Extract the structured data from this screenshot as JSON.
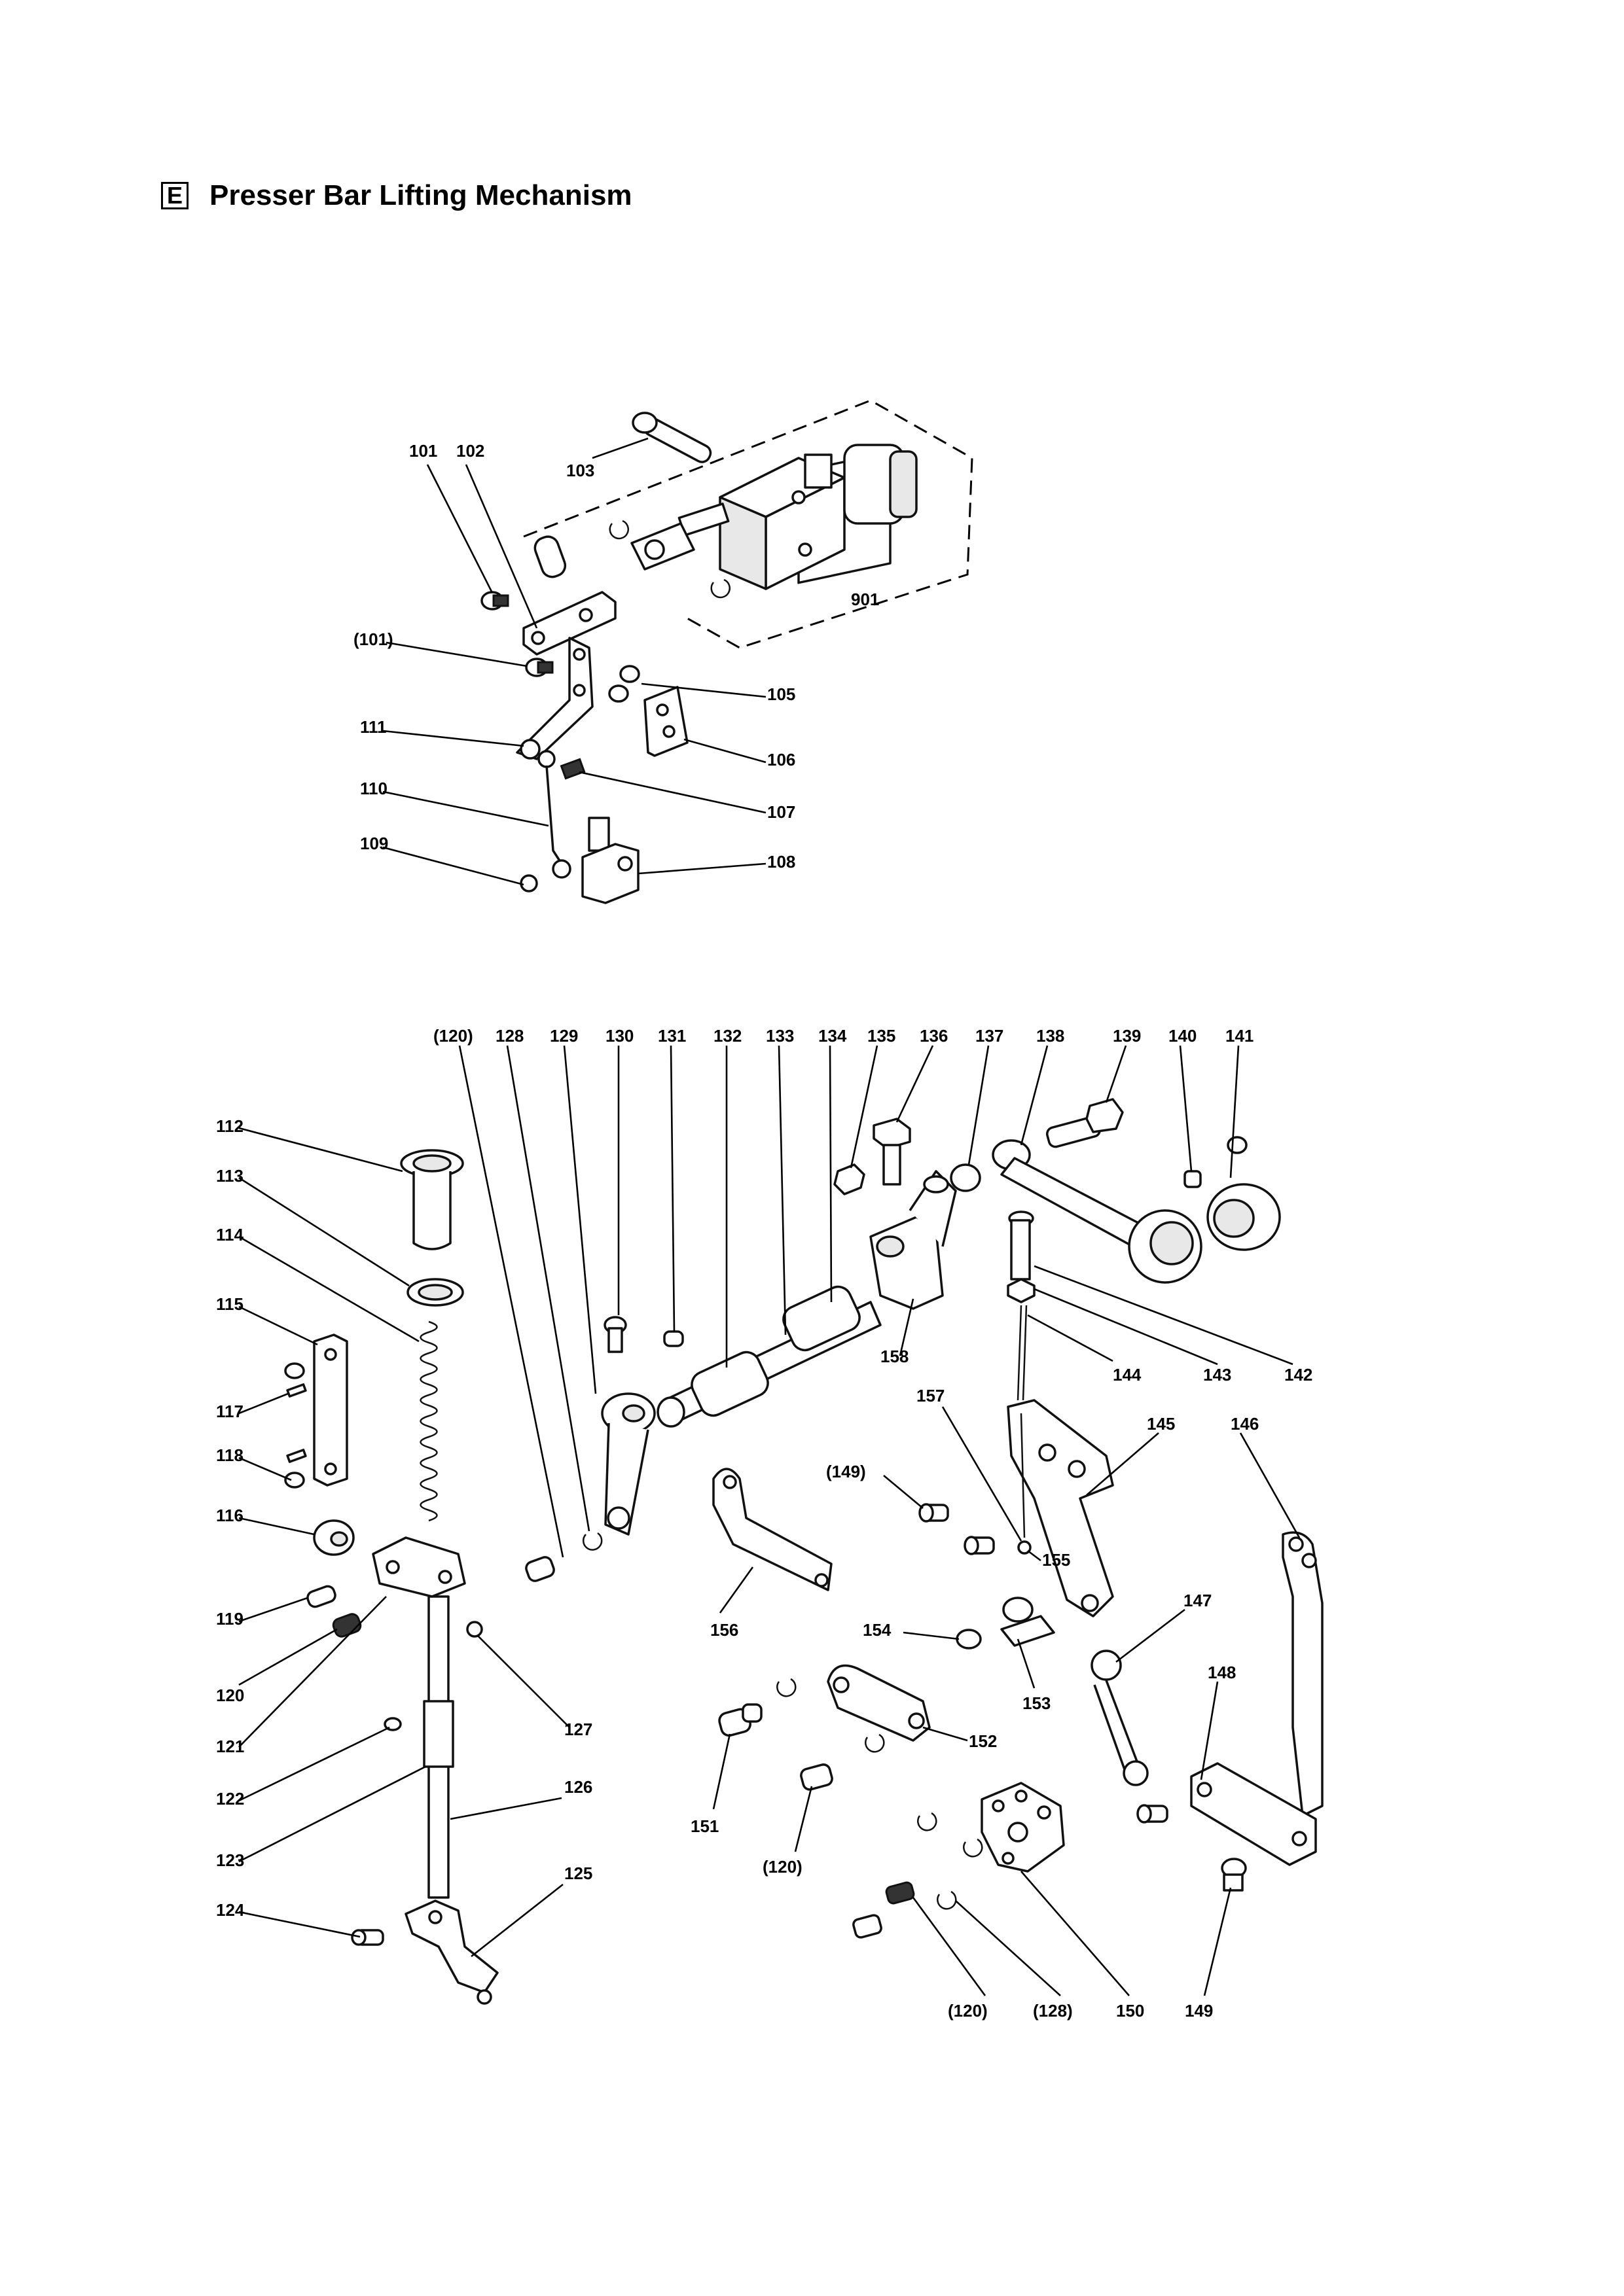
{
  "header": {
    "section_letter": "E",
    "title": "Presser Bar Lifting Mechanism"
  },
  "callouts": {
    "p101": "101",
    "p102": "102",
    "p103": "103",
    "p901": "901",
    "p101b": "(101)",
    "p105": "105",
    "p106": "106",
    "p107": "107",
    "p108": "108",
    "p109": "109",
    "p110": "110",
    "p111": "111",
    "p120a": "(120)",
    "p128": "128",
    "p129": "129",
    "p130": "130",
    "p131": "131",
    "p132": "132",
    "p133": "133",
    "p134": "134",
    "p135": "135",
    "p136": "136",
    "p137": "137",
    "p138": "138",
    "p139": "139",
    "p140": "140",
    "p141": "141",
    "p112": "112",
    "p113": "113",
    "p114": "114",
    "p115": "115",
    "p117": "117",
    "p118": "118",
    "p116": "116",
    "p119": "119",
    "p120": "120",
    "p121": "121",
    "p122": "122",
    "p123": "123",
    "p124": "124",
    "p125": "125",
    "p126": "126",
    "p127": "127",
    "p142": "142",
    "p143": "143",
    "p144": "144",
    "p145": "145",
    "p146": "146",
    "p147": "147",
    "p148": "148",
    "p149a": "(149)",
    "p149": "149",
    "p150": "150",
    "p151": "151",
    "p152": "152",
    "p153": "153",
    "p154": "154",
    "p155": "155",
    "p156": "156",
    "p157": "157",
    "p158": "158",
    "p120b": "(120)",
    "p120c": "(120)",
    "p128b": "(128)"
  }
}
